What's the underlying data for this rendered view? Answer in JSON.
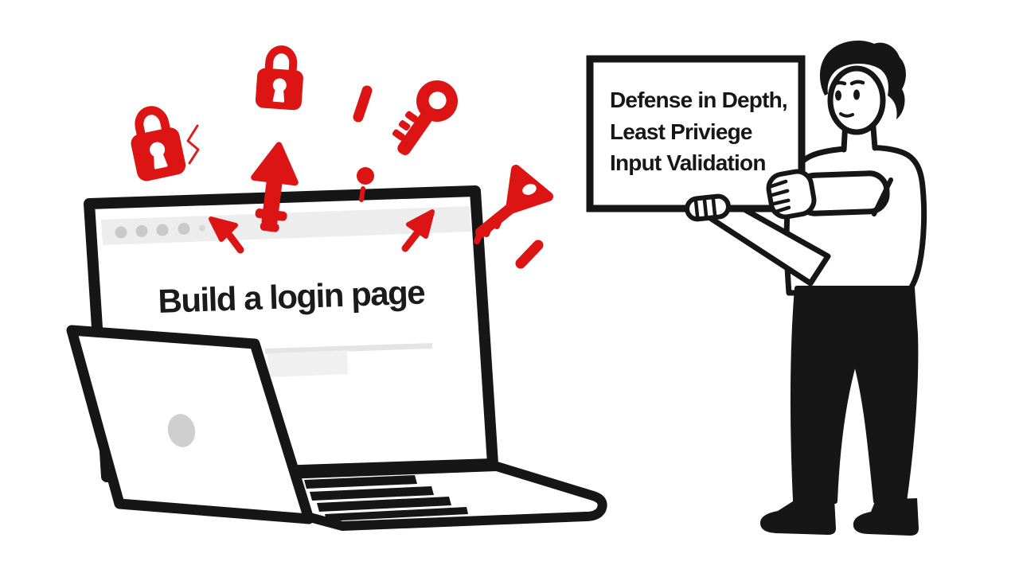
{
  "laptop_screen": {
    "title": "Build a login page"
  },
  "sign": {
    "lines": [
      "Defense in Depth,",
      "Least Priviege",
      "Input Validation"
    ]
  },
  "icons": [
    "padlock-icon",
    "padlock-icon",
    "zigzag-spark-icon",
    "up-arrow-key-icon",
    "exclamation-slash-icon",
    "round-key-icon",
    "pin-dot-icon",
    "cursor-arrow-icon",
    "cursor-arrow-icon",
    "triangle-key-icon",
    "exclamation-slash-icon"
  ],
  "colors": {
    "accent_red": "#dc1414",
    "ink": "#161616",
    "browser_bar_gray": "#ededed",
    "dot_gray": "#c9c9c9",
    "logo_gray": "#cfcfcf",
    "line_gray": "#e4e4e4",
    "block_gray": "#f0f0f0"
  }
}
